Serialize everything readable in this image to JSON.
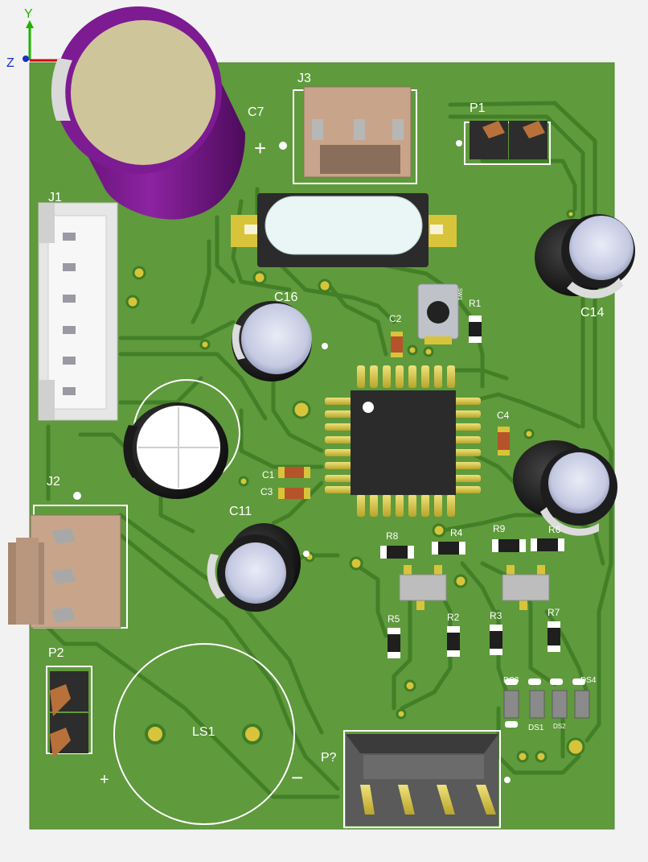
{
  "axes": {
    "y_label": "Y",
    "z_label": "Z"
  },
  "colors": {
    "background": "#f2f2f2",
    "board": "#5f9a3c",
    "trace": "#3d7a23",
    "silkscreen": "#ffffff",
    "purple_cap": "#7a1a8c",
    "connector_body": "#c8a58a",
    "ic_body": "#2b2b2b",
    "pad_gold": "#d8c43a"
  },
  "components": {
    "c7": "C7",
    "c7_polarity": "+",
    "j3": "J3",
    "p1": "P1",
    "j1": "J1",
    "c16": "C16",
    "c2": "C2",
    "r1": "R1",
    "sw": "SW1",
    "c14": "C14",
    "c4": "C4",
    "c1": "C1",
    "c3": "C3",
    "j2": "J2",
    "c11": "C11",
    "r8": "R8",
    "r4": "R4",
    "r9": "R9",
    "r6": "R6",
    "r5": "R5",
    "r2": "R2",
    "r3": "R3",
    "r7": "R7",
    "p2": "P2",
    "ls1": "LS1",
    "ls1_plus": "+",
    "ls1_minus": "−",
    "p_unknown": "P?",
    "ds3": "DS3",
    "ds4": "DS4",
    "ds1": "DS1",
    "ds2": "DS2"
  }
}
